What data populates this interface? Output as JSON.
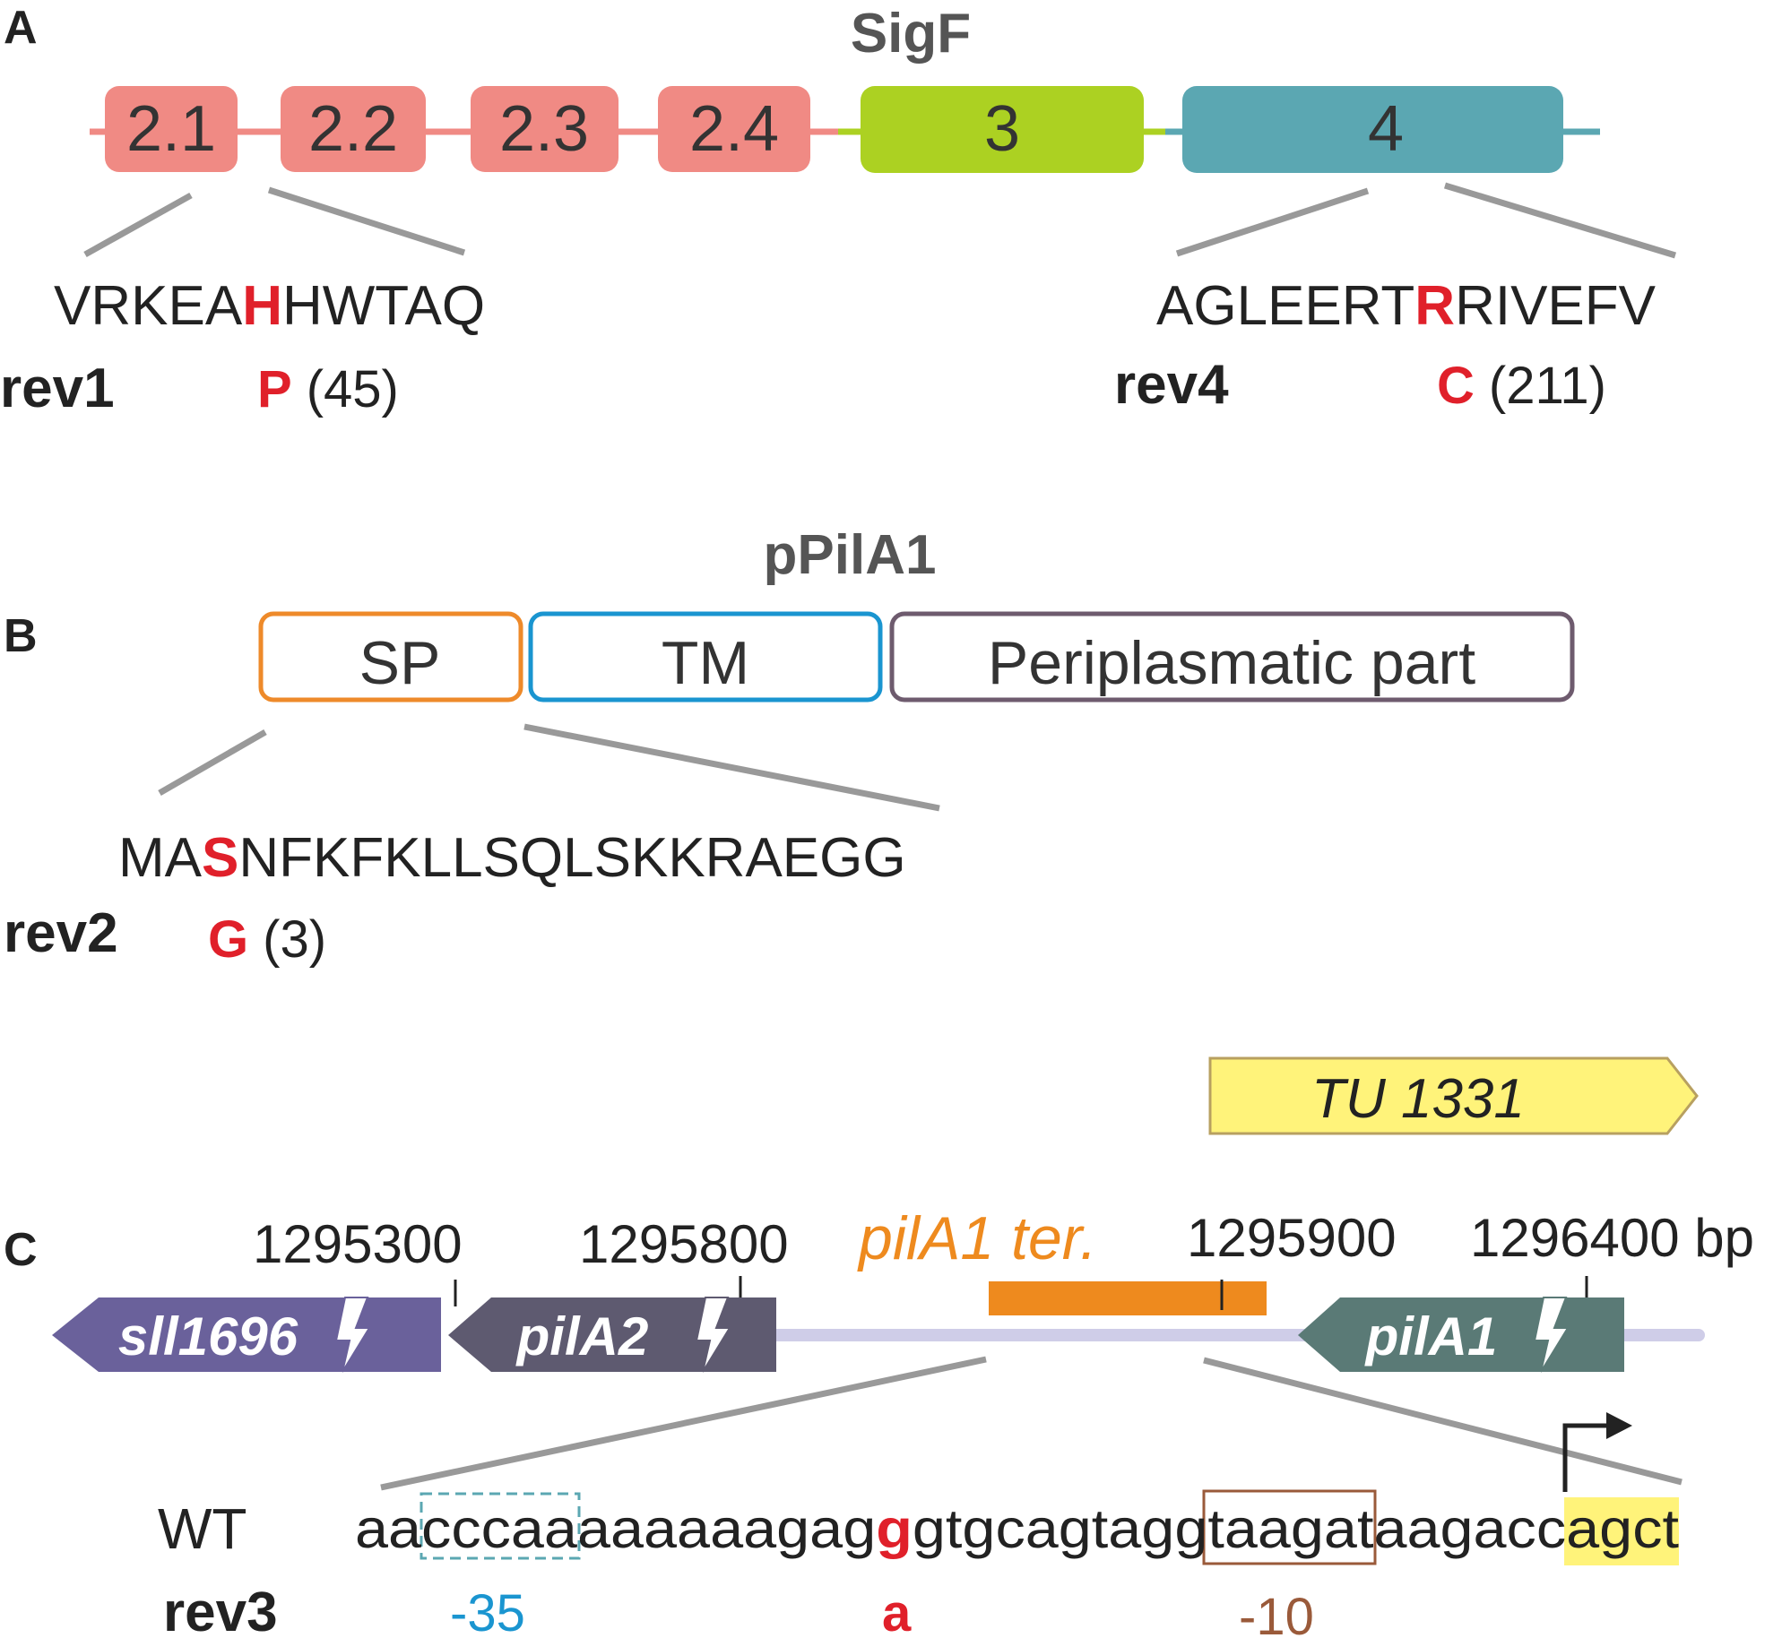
{
  "panel_a": {
    "label": "A",
    "title": "SigF",
    "domains": [
      {
        "label": "2.1",
        "color": "#f08a84"
      },
      {
        "label": "2.2",
        "color": "#f08a84"
      },
      {
        "label": "2.3",
        "color": "#f08a84"
      },
      {
        "label": "2.4",
        "color": "#f08a84"
      },
      {
        "label": "3",
        "color": "#acd122"
      },
      {
        "label": "4",
        "color": "#5ba7b2"
      }
    ],
    "seq1": {
      "pre": "VRKEA",
      "mut": "H",
      "post": "HWTAQ"
    },
    "rev1": {
      "name": "rev1",
      "sub": "P",
      "pos": "(45)"
    },
    "seq4": {
      "pre": "AGLEERT",
      "mut": "R",
      "post": "RIVEFV"
    },
    "rev4": {
      "name": "rev4",
      "sub": "C",
      "pos": "(211)"
    }
  },
  "panel_b": {
    "label": "B",
    "title": "pPilA1",
    "domains": [
      {
        "label": "SP",
        "color": "#ee8a2a"
      },
      {
        "label": "TM",
        "color": "#1a95d0"
      },
      {
        "label": "Periplasmatic part",
        "color": "#6e5b6e"
      }
    ],
    "seq": {
      "pre": "MA",
      "mut": "S",
      "post": "NFKFKLLSQLSKKRAEGG"
    },
    "rev2": {
      "name": "rev2",
      "sub": "G",
      "pos": "(3)"
    }
  },
  "panel_c": {
    "label": "C",
    "tu": "TU 1331",
    "terminator": "pilA1 ter.",
    "coords": [
      "1295300",
      "1295800",
      "1295900",
      "1296400 bp"
    ],
    "genes": [
      {
        "label": "sll1696",
        "color": "#6a619b"
      },
      {
        "label": "pilA2",
        "color": "#5e5a70"
      },
      {
        "label": "pilA1",
        "color": "#5a7a76"
      }
    ],
    "wt_label": "WT",
    "wt_seq": {
      "s1": "aa",
      "box35": "cccaa",
      "s2": "aaaaaagag",
      "mut": "g",
      "s3": "gtgcagtagg",
      "box10": "taagat",
      "s4": "aagacc",
      "start": "agct"
    },
    "rev3": {
      "name": "rev3",
      "m35": "-35",
      "sub": "a",
      "m10": "-10"
    },
    "colors": {
      "mut": "#e0202a",
      "m35": "#1a95d0",
      "m10": "#9a5a3a",
      "ter": "#ee8a1e",
      "tu_fill": "#fff37a",
      "tu_stroke": "#b8a060"
    }
  }
}
